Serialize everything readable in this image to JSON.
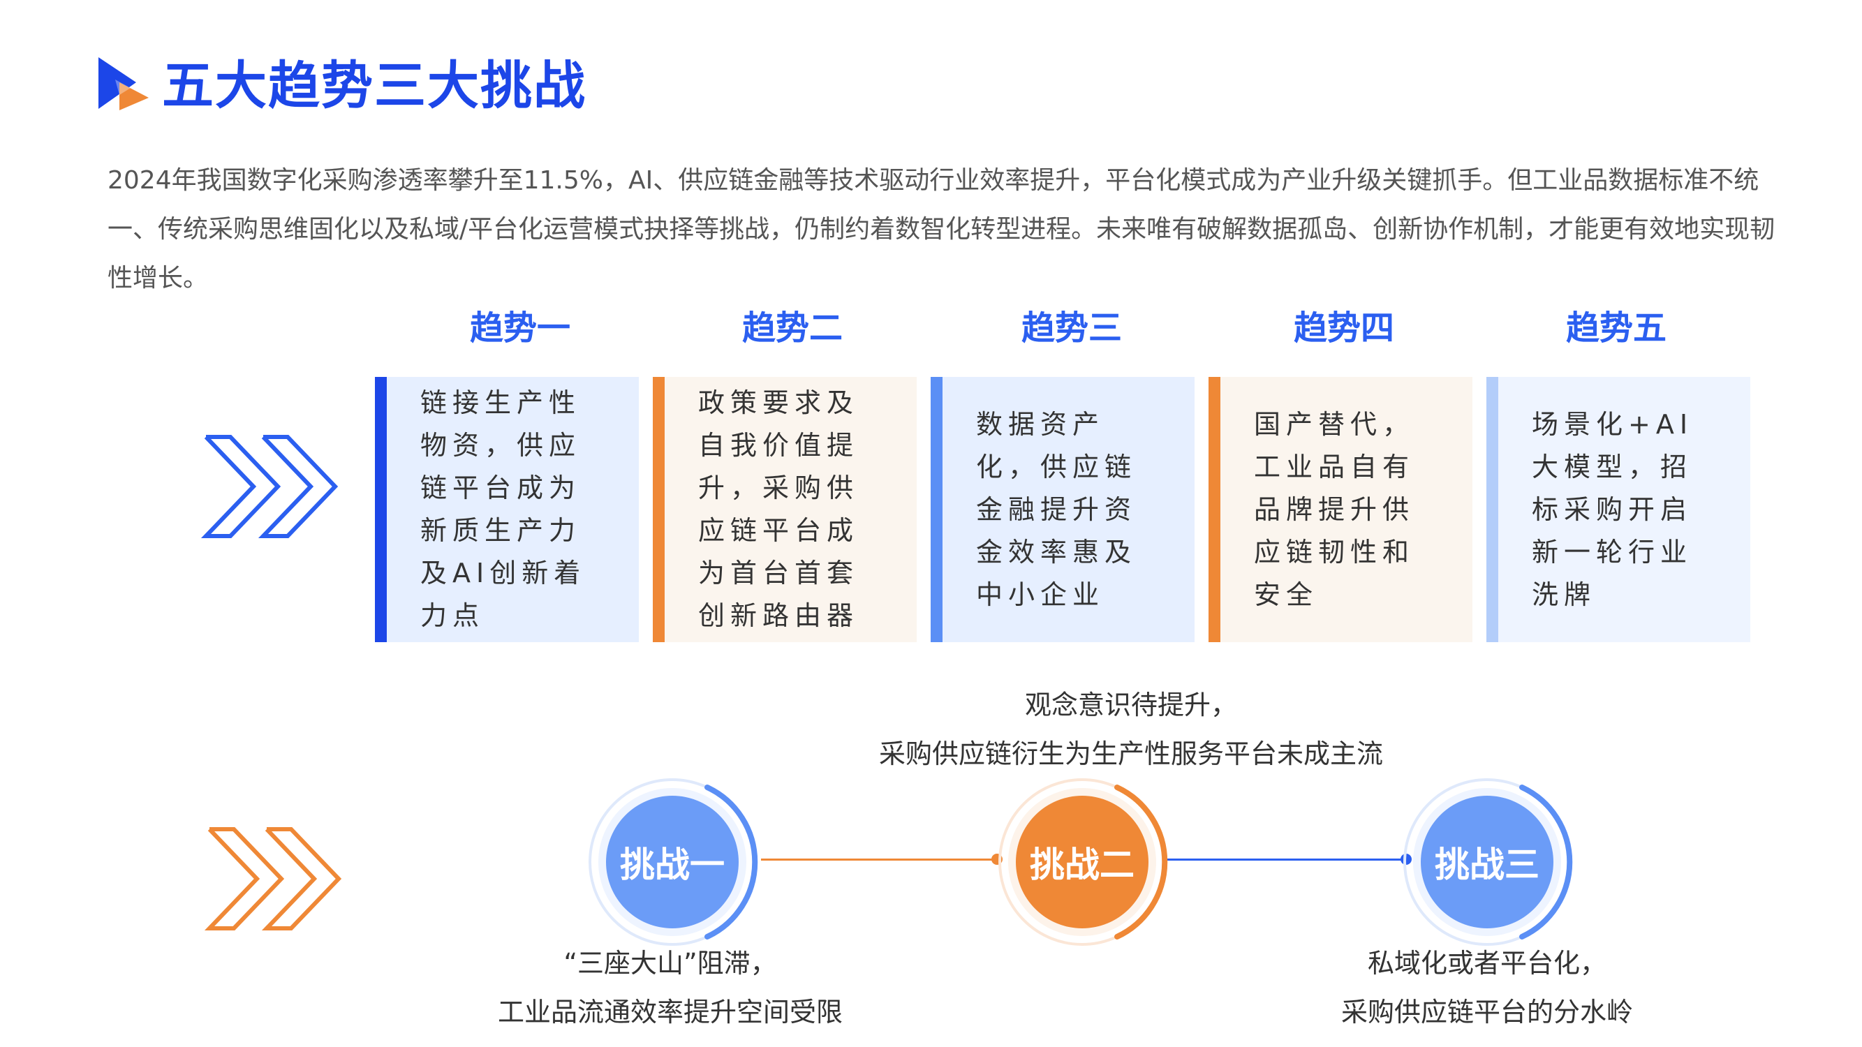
{
  "header": {
    "title": "五大趋势三大挑战",
    "intro": "2024年我国数字化采购渗透率攀升至11.5%，AI、供应链金融等技术驱动行业效率提升，平台化模式成为产业升级关键抓手。但工业品数据标准不统一、传统采购思维固化以及私域/平台化运营模式抉择等挑战，仍制约着数智化转型进程。未来唯有破解数据孤岛、创新协作机制，才能更有效地实现韧性增长。"
  },
  "trends": [
    {
      "heading": "趋势一",
      "text": "链接生产性物资，供应链平台成为新质生产力及AI创新着力点"
    },
    {
      "heading": "趋势二",
      "text": "政策要求及自我价值提升，采购供应链平台成为首台首套创新路由器"
    },
    {
      "heading": "趋势三",
      "text": "数据资产化，供应链金融提升资金效率惠及中小企业"
    },
    {
      "heading": "趋势四",
      "text": "国产替代，工业品自有品牌提升供应链韧性和安全"
    },
    {
      "heading": "趋势五",
      "text": "场景化+AI大模型，招标采购开启新一轮行业洗牌"
    }
  ],
  "challenges": [
    {
      "label": "挑战一",
      "note_line1": "“三座大山”阻滞，",
      "note_line2": "工业品流通效率提升空间受限"
    },
    {
      "label": "挑战二",
      "note_line1": "观念意识待提升，",
      "note_line2": "采购供应链衍生为生产性服务平台未成主流"
    },
    {
      "label": "挑战三",
      "note_line1": "私域化或者平台化，",
      "note_line2": "采购供应链平台的分水岭"
    }
  ],
  "colors": {
    "brand_blue": "#1c46e8",
    "heading_blue": "#2b5ff0",
    "orange": "#ef8836",
    "light_blue": "#6b9cf7",
    "pale_blue": "#b3cdfa"
  }
}
